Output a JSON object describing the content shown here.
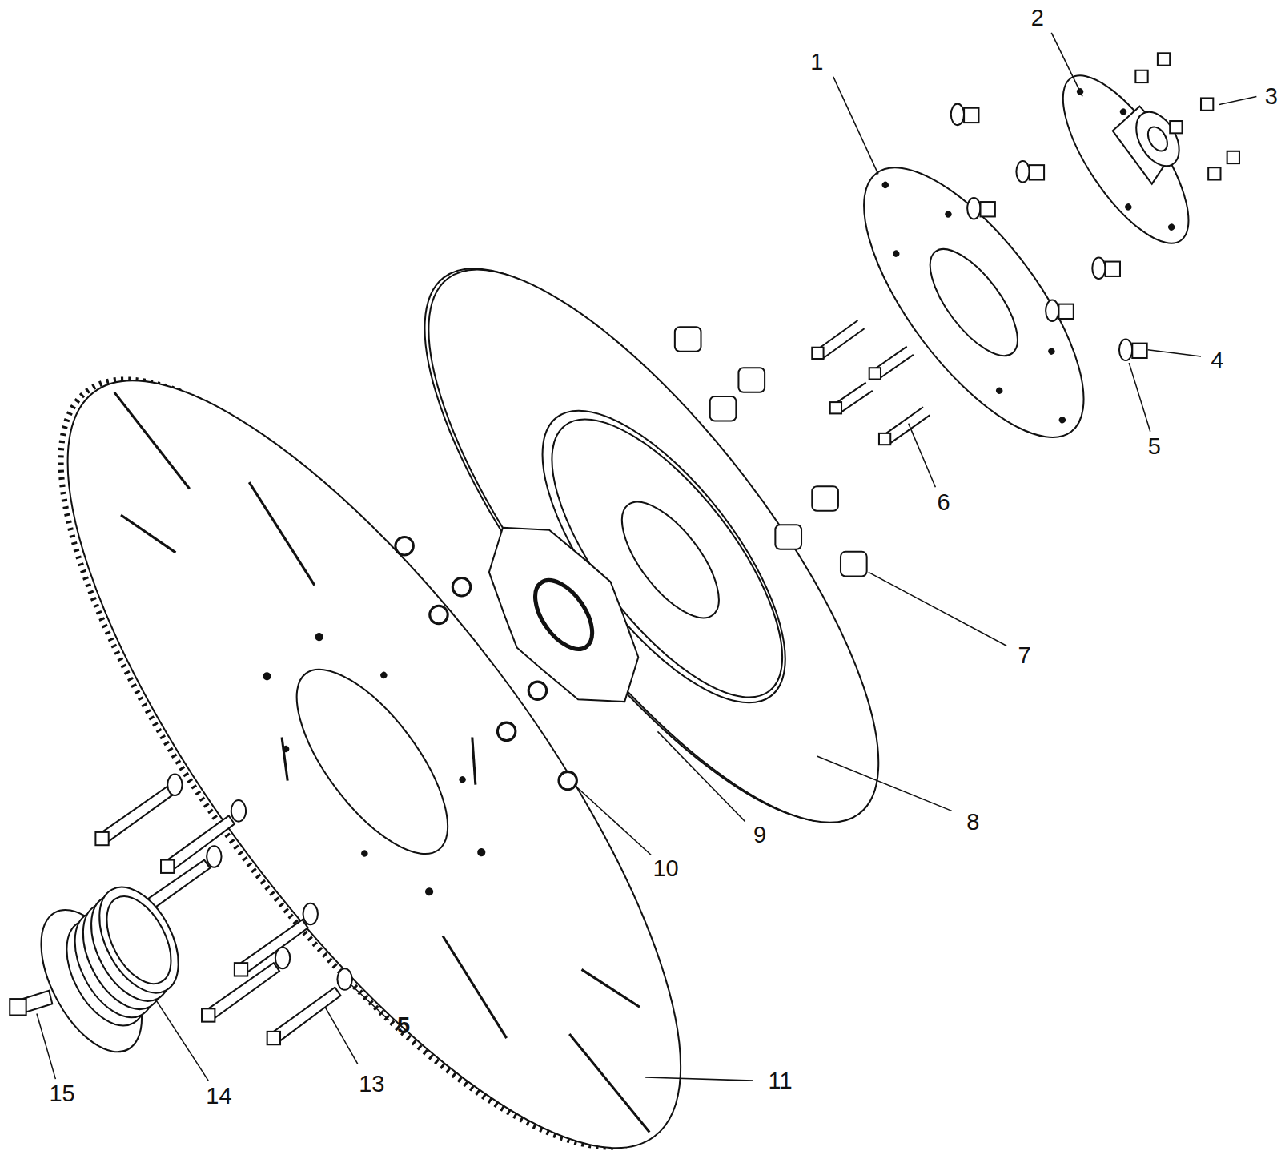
{
  "diagram": {
    "labels": [
      "1",
      "2",
      "3",
      "4",
      "5",
      "6",
      "7",
      "8",
      "9",
      "10",
      "11",
      "13",
      "14",
      "15",
      "5"
    ]
  }
}
